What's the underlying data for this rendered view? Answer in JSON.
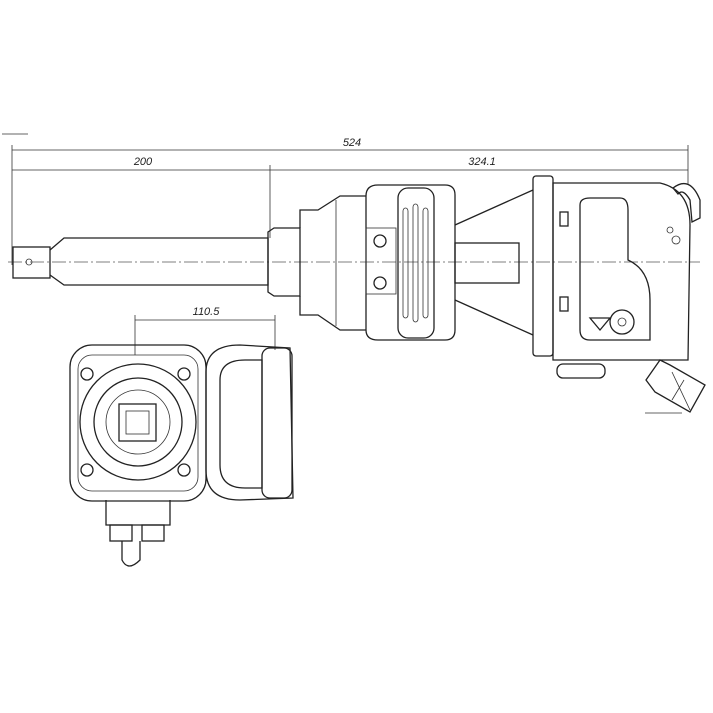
{
  "dimensions": {
    "overall_length": "524",
    "anvil_extension": "200",
    "body_length": "324.1",
    "handle_offset": "110.5"
  },
  "views": [
    "side-view",
    "rear-view"
  ]
}
